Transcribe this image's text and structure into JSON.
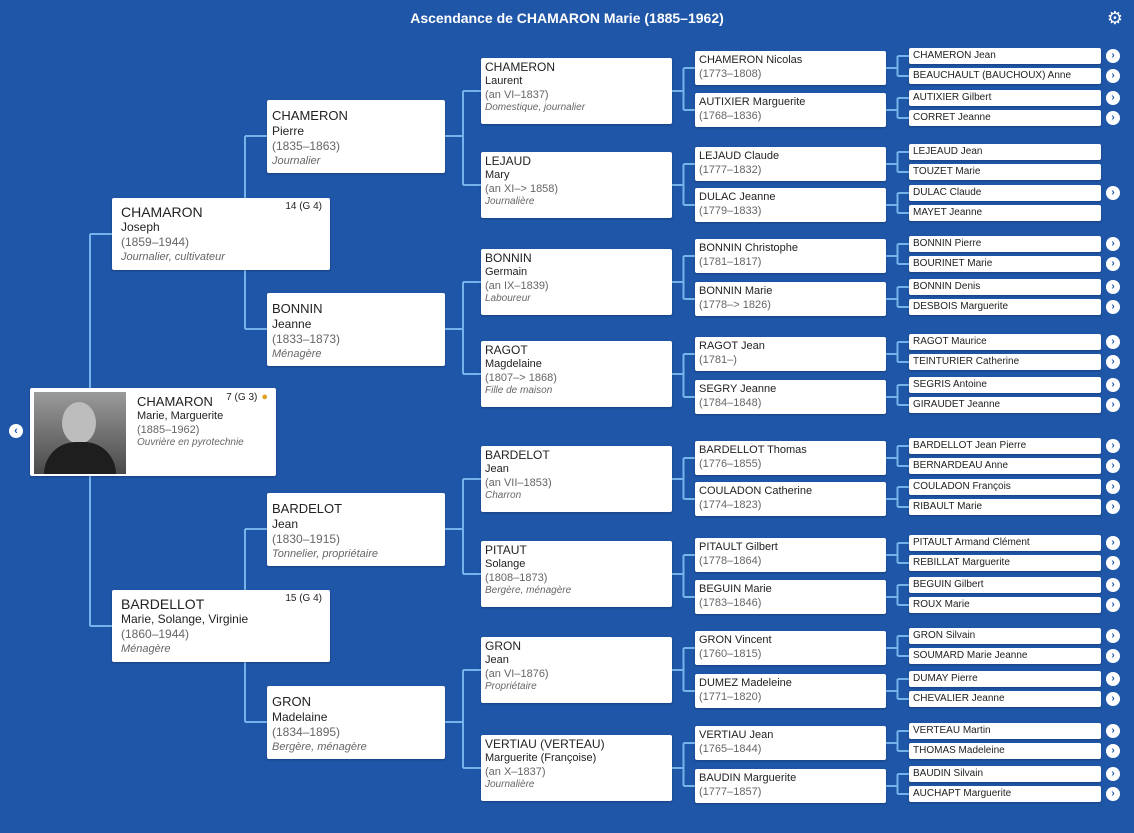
{
  "window": {
    "title": "Ascendance de CHAMARON Marie (1885–1962)"
  },
  "icons": {
    "settings": "gear-icon",
    "back": "chevron-left-icon",
    "expand": "chevron-right-icon",
    "person": "person-icon"
  },
  "colors": {
    "background": "#1f56a8",
    "connector": "#74b4ea",
    "card": "#ffffff"
  },
  "root": {
    "badge": "7 (G 3)",
    "surname": "CHAMARON",
    "given": "Marie, Marguerite",
    "dates": "(1885–1962)",
    "occupation": "Ouvrière en pyrotechnie"
  },
  "gen1": [
    {
      "badge": "14 (G 4)",
      "surname": "CHAMARON",
      "given": "Joseph",
      "dates": "(1859–1944)",
      "occupation": "Journalier, cultivateur"
    },
    {
      "badge": "15 (G 4)",
      "surname": "BARDELLOT",
      "given": "Marie, Solange, Virginie",
      "dates": "(1860–1944)",
      "occupation": "Ménagère"
    }
  ],
  "gen2": [
    {
      "surname": "CHAMERON",
      "given": "Pierre",
      "dates": "(1835–1863)",
      "occupation": "Journalier"
    },
    {
      "surname": "BONNIN",
      "given": "Jeanne",
      "dates": "(1833–1873)",
      "occupation": "Ménagère"
    },
    {
      "surname": "BARDELOT",
      "given": "Jean",
      "dates": "(1830–1915)",
      "occupation": "Tonnelier, propriétaire"
    },
    {
      "surname": "GRON",
      "given": "Madelaine",
      "dates": "(1834–1895)",
      "occupation": "Bergère, ménagère"
    }
  ],
  "gen3": [
    {
      "surname": "CHAMERON",
      "given": "Laurent",
      "dates": "(an VI–1837)",
      "occupation": "Domestique, journalier"
    },
    {
      "surname": "LEJAUD",
      "given": "Mary",
      "dates": "(an XI–> 1858)",
      "occupation": "Journalière"
    },
    {
      "surname": "BONNIN",
      "given": "Germain",
      "dates": "(an IX–1839)",
      "occupation": "Laboureur"
    },
    {
      "surname": "RAGOT",
      "given": "Magdelaine",
      "dates": "(1807–> 1868)",
      "occupation": "Fille de maison"
    },
    {
      "surname": "BARDELOT",
      "given": "Jean",
      "dates": "(an VII–1853)",
      "occupation": "Charron"
    },
    {
      "surname": "PITAUT",
      "given": "Solange",
      "dates": "(1808–1873)",
      "occupation": "Bergère, ménagère"
    },
    {
      "surname": "GRON",
      "given": "Jean",
      "dates": "(an VI–1876)",
      "occupation": "Propriétaire"
    },
    {
      "surname": "VERTIAU (VERTEAU)",
      "given": "Marguerite (Françoise)",
      "dates": "(an X–1837)",
      "occupation": "Journalière"
    }
  ],
  "gen4": [
    {
      "name": "CHAMERON Nicolas",
      "dates": "(1773–1808)"
    },
    {
      "name": "AUTIXIER Marguerite",
      "dates": "(1768–1836)"
    },
    {
      "name": "LEJAUD Claude",
      "dates": "(1777–1832)"
    },
    {
      "name": "DULAC Jeanne",
      "dates": "(1779–1833)"
    },
    {
      "name": "BONNIN Christophe",
      "dates": "(1781–1817)"
    },
    {
      "name": "BONNIN Marie",
      "dates": "(1778–> 1826)"
    },
    {
      "name": "RAGOT Jean",
      "dates": "(1781–)"
    },
    {
      "name": "SEGRY Jeanne",
      "dates": "(1784–1848)"
    },
    {
      "name": "BARDELLOT Thomas",
      "dates": "(1776–1855)"
    },
    {
      "name": "COULADON Catherine",
      "dates": "(1774–1823)"
    },
    {
      "name": "PITAULT Gilbert",
      "dates": "(1778–1864)"
    },
    {
      "name": "BEGUIN Marie",
      "dates": "(1783–1846)"
    },
    {
      "name": "GRON Vincent",
      "dates": "(1760–1815)"
    },
    {
      "name": "DUMEZ Madeleine",
      "dates": "(1771–1820)"
    },
    {
      "name": "VERTIAU Jean",
      "dates": "(1765–1844)"
    },
    {
      "name": "BAUDIN Marguerite",
      "dates": "(1777–1857)"
    }
  ],
  "gen5": [
    {
      "name": "CHAMERON Jean",
      "has_more": true
    },
    {
      "name": "BEAUCHAULT (BAUCHOUX) Anne",
      "has_more": true
    },
    {
      "name": "AUTIXIER Gilbert",
      "has_more": true
    },
    {
      "name": "CORRET Jeanne",
      "has_more": true
    },
    {
      "name": "LEJEAUD Jean",
      "has_more": false
    },
    {
      "name": "TOUZET Marie",
      "has_more": false
    },
    {
      "name": "DULAC Claude",
      "has_more": true
    },
    {
      "name": "MAYET Jeanne",
      "has_more": false
    },
    {
      "name": "BONNIN Pierre",
      "has_more": true
    },
    {
      "name": "BOURINET Marie",
      "has_more": true
    },
    {
      "name": "BONNIN Denis",
      "has_more": true
    },
    {
      "name": "DESBOIS Marguerite",
      "has_more": true
    },
    {
      "name": "RAGOT Maurice",
      "has_more": true
    },
    {
      "name": "TEINTURIER Catherine",
      "has_more": true
    },
    {
      "name": "SEGRIS Antoine",
      "has_more": true
    },
    {
      "name": "GIRAUDET Jeanne",
      "has_more": true
    },
    {
      "name": "BARDELLOT Jean Pierre",
      "has_more": true
    },
    {
      "name": "BERNARDEAU Anne",
      "has_more": true
    },
    {
      "name": "COULADON François",
      "has_more": true
    },
    {
      "name": "RIBAULT Marie",
      "has_more": true
    },
    {
      "name": "PITAULT Armand Clément",
      "has_more": true
    },
    {
      "name": "REBILLAT Marguerite",
      "has_more": true
    },
    {
      "name": "BEGUIN Gilbert",
      "has_more": true
    },
    {
      "name": "ROUX Marie",
      "has_more": true
    },
    {
      "name": "GRON Silvain",
      "has_more": true
    },
    {
      "name": "SOUMARD Marie Jeanne",
      "has_more": true
    },
    {
      "name": "DUMAY Pierre",
      "has_more": true
    },
    {
      "name": "CHEVALIER Jeanne",
      "has_more": true
    },
    {
      "name": "VERTEAU Martin",
      "has_more": true
    },
    {
      "name": "THOMAS Madeleine",
      "has_more": true
    },
    {
      "name": "BAUDIN Silvain",
      "has_more": true
    },
    {
      "name": "AUCHAPT Marguerite",
      "has_more": true
    }
  ]
}
